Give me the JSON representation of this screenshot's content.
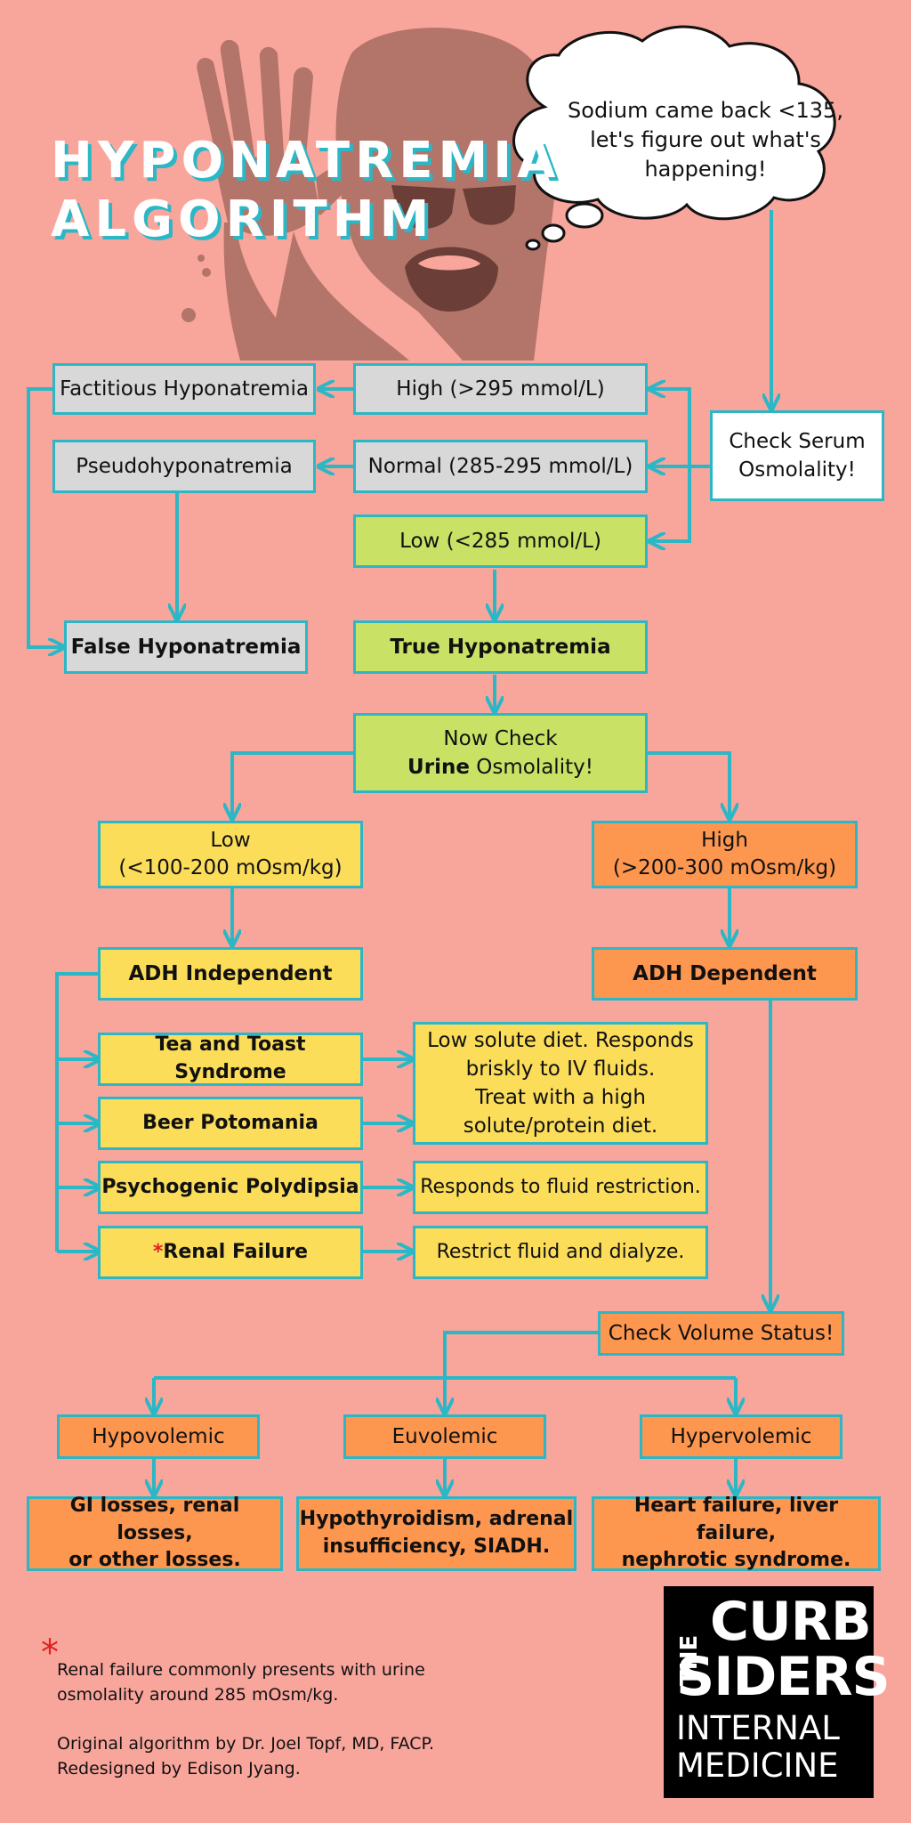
{
  "title": {
    "line1": "HYPONATREMIA",
    "line2": "ALGORITHM"
  },
  "thought": {
    "line1": "Sodium came back <135,",
    "line2": "let's figure out what's",
    "line3": "happening!"
  },
  "serum": {
    "check": {
      "line1": "Check Serum",
      "line2": "Osmolality!"
    },
    "high": "High (>295 mmol/L)",
    "normal": "Normal (285-295 mmol/L)",
    "low": "Low (<285 mmol/L)",
    "factitious": "Factitious Hyponatremia",
    "pseudo": "Pseudohyponatremia",
    "false": "False Hyponatremia",
    "true": "True Hyponatremia"
  },
  "urine": {
    "check": {
      "line1": "Now Check",
      "bold": "Urine",
      "rest": "Osmolality!"
    },
    "low": {
      "line1": "Low",
      "line2": "(<100-200 mOsm/kg)"
    },
    "high": {
      "line1": "High",
      "line2": "(>200-300 mOsm/kg)"
    },
    "adh_independent": "ADH Independent",
    "adh_dependent": "ADH Dependent"
  },
  "causes": [
    {
      "label": "Tea and Toast Syndrome"
    },
    {
      "label": "Beer Potomania"
    },
    {
      "label": "Psychogenic Polydipsia"
    },
    {
      "marker": "*",
      "label": "Renal Failure"
    }
  ],
  "notes": {
    "solute": {
      "line1": "Low solute diet. Responds",
      "line2": "briskly to IV fluids.",
      "line3": "Treat with a high",
      "line4": "solute/protein diet."
    },
    "fluid_restriction": "Responds to fluid restriction.",
    "dialyze": "Restrict fluid and dialyze."
  },
  "volume": {
    "check": "Check Volume Status!",
    "hypo": {
      "label": "Hypovolemic",
      "result1": "GI losses, renal losses,",
      "result2": "or other losses."
    },
    "eu": {
      "label": "Euvolemic",
      "result1": "Hypothyroidism, adrenal",
      "result2": "insufficiency, SIADH."
    },
    "hyper": {
      "label": "Hypervolemic",
      "result1": "Heart failure, liver failure,",
      "result2": "nephrotic syndrome."
    }
  },
  "footnote": {
    "star": "*",
    "line1": "Renal failure commonly presents with urine",
    "line2": "osmolality around 285 mOsm/kg.",
    "credit1": "Original algorithm by Dr. Joel Topf, MD, FACP.",
    "credit2": "Redesigned by Edison Jyang."
  },
  "logo": {
    "the": "THE",
    "line1": "CURB",
    "line2": "SIDERS",
    "line3": "INTERNAL",
    "line4": "MEDICINE"
  },
  "colors": {
    "background": "#f8a59c",
    "connector": "#2bb7c6",
    "gray": "#d8d8d8",
    "green": "#c9e265",
    "yellow": "#fbdd5a",
    "orange": "#fd964f",
    "illustration": "#b37469"
  },
  "icons": {
    "illustration": "facepalm-person-icon",
    "thought": "thought-bubble-icon"
  }
}
